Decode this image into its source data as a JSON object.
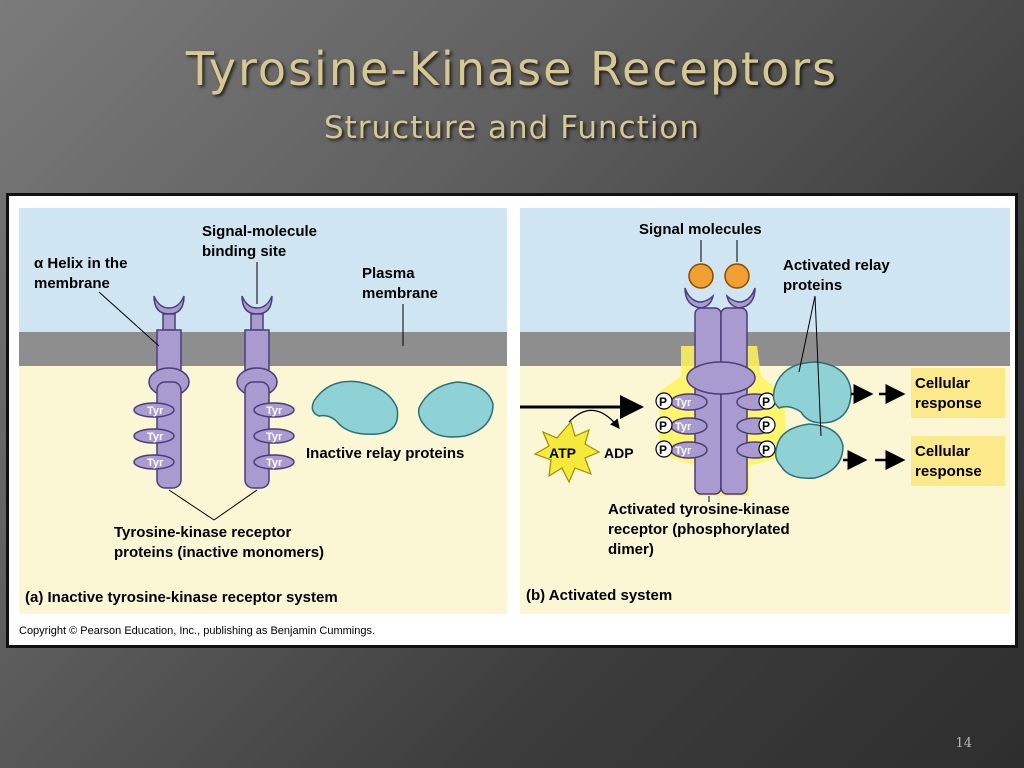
{
  "slide": {
    "title": "Tyrosine-Kinase Receptors",
    "subtitle": "Structure and Function",
    "page_number": "14"
  },
  "panel_a": {
    "helix_label_1": "α Helix in the",
    "helix_label_2": "membrane",
    "binding_label_1": "Signal-molecule",
    "binding_label_2": "binding site",
    "plasma_label_1": "Plasma",
    "plasma_label_2": "membrane",
    "tyr": "Tyr",
    "relay_label": "Inactive relay proteins",
    "monomer_label_1": "Tyrosine-kinase receptor",
    "monomer_label_2": "proteins (inactive monomers)",
    "caption_letter": "(a)",
    "caption": "Inactive tyrosine-kinase receptor system"
  },
  "panel_b": {
    "signal_label": "Signal molecules",
    "relay_label_1": "Activated relay",
    "relay_label_2": "proteins",
    "phospho": "P",
    "tyr": "Tyr",
    "atp": "ATP",
    "adp": "ADP",
    "response_1a": "Cellular",
    "response_1b": "response",
    "response_2a": "Cellular",
    "response_2b": "response",
    "dimer_label_1": "Activated tyrosine-kinase",
    "dimer_label_2": "receptor (phosphorylated",
    "dimer_label_3": "dimer)",
    "caption_letter": "(b)",
    "caption": "Activated system"
  },
  "copyright": "Copyright © Pearson Education, Inc., publishing as Benjamin Cummings.",
  "colors": {
    "extracellular": "#cfe6f2",
    "membrane": "#8e8e8e",
    "cytoplasm": "#fbf6d4",
    "receptor": "#a99ad0",
    "relay_protein": "#8ed2d6",
    "signal_molecule": "#f0a030",
    "response_box": "#fbe98a",
    "atp_star": "#f5ea3a",
    "title_text": "#d6c890"
  }
}
